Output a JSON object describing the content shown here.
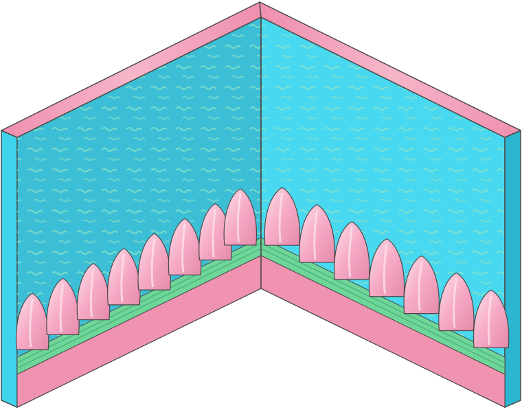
{
  "scene": {
    "item": "wall-corner",
    "colors": {
      "background": "#ffffff",
      "outline": "#4a4a4a",
      "wall_left": "#3cbfd6",
      "wall_right": "#48d8f0",
      "wall_pattern": "#8fe3c4",
      "cap_top": "#ef8fae",
      "cap_top_highlight": "#f7b6c9",
      "side_face": "#3fd3ec",
      "side_face_dark": "#2bb5ce",
      "rail": "#6fd69a",
      "rail_dark": "#4fb57a",
      "skirting": "#ef93b0",
      "skirting_dark": "#d97796",
      "petal": "#f6aac6",
      "petal_dark": "#e58aab",
      "petal_highlight": "#fde0ea"
    },
    "left_wall": {
      "petal_count": 8
    },
    "right_wall": {
      "petal_count": 7
    }
  }
}
